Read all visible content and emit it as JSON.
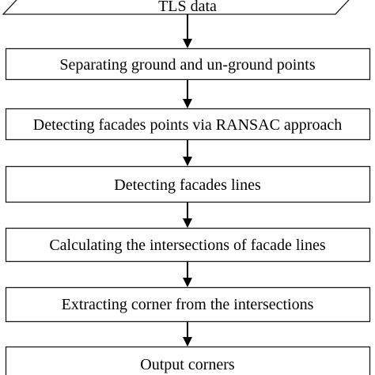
{
  "flowchart": {
    "input": "TLS data",
    "steps": [
      "Separating ground and un-ground points",
      "Detecting facades points via RANSAC approach",
      "Detecting facades lines",
      "Calculating the intersections of facade lines",
      "Extracting corner from the intersections",
      "Output corners"
    ]
  }
}
